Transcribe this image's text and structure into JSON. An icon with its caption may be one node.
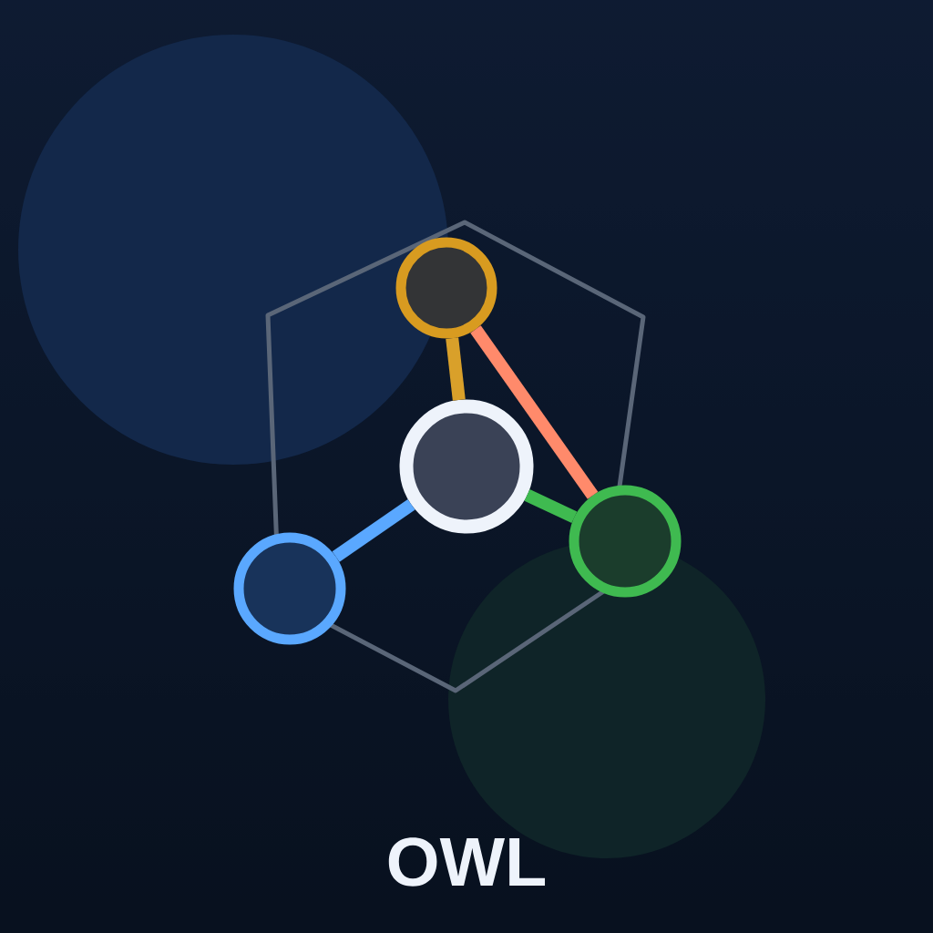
{
  "diagram": {
    "title": "OWL",
    "nodes": [
      {
        "text": [],
        "shape": "circle"
      },
      {
        "text": [],
        "shape": "circle"
      },
      {
        "text": [],
        "shape": "circle"
      },
      {
        "text": [],
        "shape": "circle"
      }
    ],
    "edges": [
      {
        "from": 1,
        "to": 0,
        "arrow": "none",
        "color": "#d9a02a"
      },
      {
        "from": 1,
        "to": 2,
        "arrow": "none",
        "color": "#3fba50"
      },
      {
        "from": 1,
        "to": 3,
        "arrow": "none",
        "color": "#5aa8ff"
      },
      {
        "from": 0,
        "to": 2,
        "arrow": "none",
        "color": "#ff8a6b"
      }
    ]
  }
}
